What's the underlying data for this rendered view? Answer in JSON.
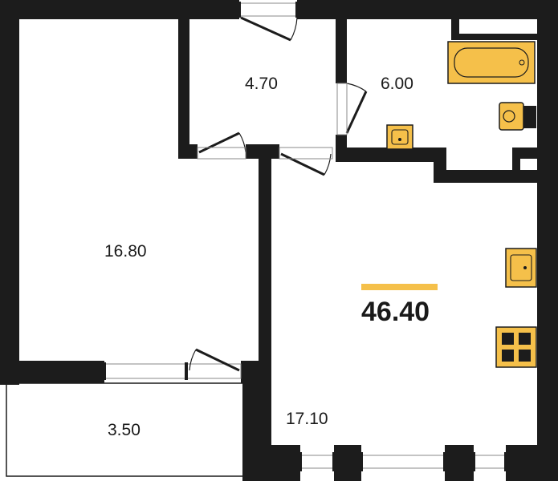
{
  "plan": {
    "total_area": "46.40",
    "rooms": [
      {
        "id": "bedroom",
        "area": "16.80"
      },
      {
        "id": "hallway",
        "area": "4.70"
      },
      {
        "id": "bathroom",
        "area": "6.00"
      },
      {
        "id": "living-kitchen",
        "area": "17.10"
      },
      {
        "id": "balcony",
        "area": "3.50"
      }
    ]
  },
  "colors": {
    "wall": "#1c1c1c",
    "floor": "#ffffff",
    "fixture_fill": "#f5c04a",
    "fixture_stroke": "#1c1c1c",
    "accent": "#f5c04a"
  },
  "fixtures": [
    "bathtub-icon",
    "toilet-icon",
    "bathroom-sink-icon",
    "kitchen-sink-icon",
    "stove-icon"
  ]
}
